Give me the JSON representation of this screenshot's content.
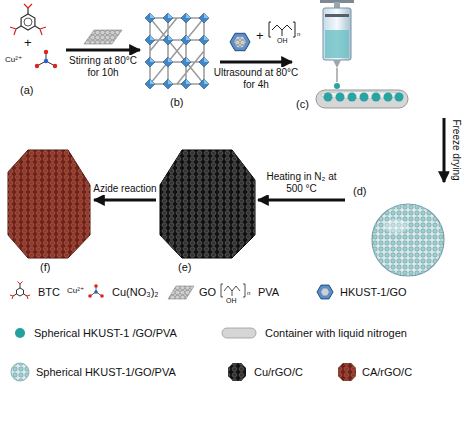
{
  "diagram": {
    "nodes": [
      {
        "text": [
          "(a)"
        ]
      },
      {
        "text": [
          "(b)"
        ]
      },
      {
        "text": [
          "(c)"
        ]
      },
      {
        "text": [
          "(d)"
        ]
      },
      {
        "text": [
          "(e)"
        ]
      },
      {
        "text": [
          "(f)"
        ]
      }
    ],
    "edges": [
      {
        "from": 0,
        "to": 1,
        "arrow": "to",
        "label": "Stirring at 80°C for 10h"
      },
      {
        "from": 1,
        "to": 2,
        "arrow": "to",
        "label": "Ultrasound at 80°C for 4h"
      },
      {
        "from": 2,
        "to": 3,
        "arrow": "to",
        "label": "Freeze drying"
      },
      {
        "from": 3,
        "to": 4,
        "arrow": "to",
        "label": "Heating in N₂ at 500 °C"
      },
      {
        "from": 4,
        "to": 5,
        "arrow": "to",
        "label": "Azide reaction"
      }
    ],
    "labels": [
      "+",
      "Cu²⁺",
      "+",
      "OH",
      "n",
      "Cu²⁺",
      "OH",
      "n"
    ],
    "legend": [
      {
        "text": "BTC"
      },
      {
        "text": "Cu(NO₃)₂"
      },
      {
        "text": "GO"
      },
      {
        "text": "PVA"
      },
      {
        "text": "HKUST-1/GO"
      },
      {
        "text": "Spherical HKUST-1 /GO/PVA"
      },
      {
        "text": "Container with liquid nitrogen"
      },
      {
        "text": "Spherical HKUST-1/GO/PVA"
      },
      {
        "text": "Cu/rGO/C"
      },
      {
        "text": "CA/rGO/C"
      }
    ]
  }
}
